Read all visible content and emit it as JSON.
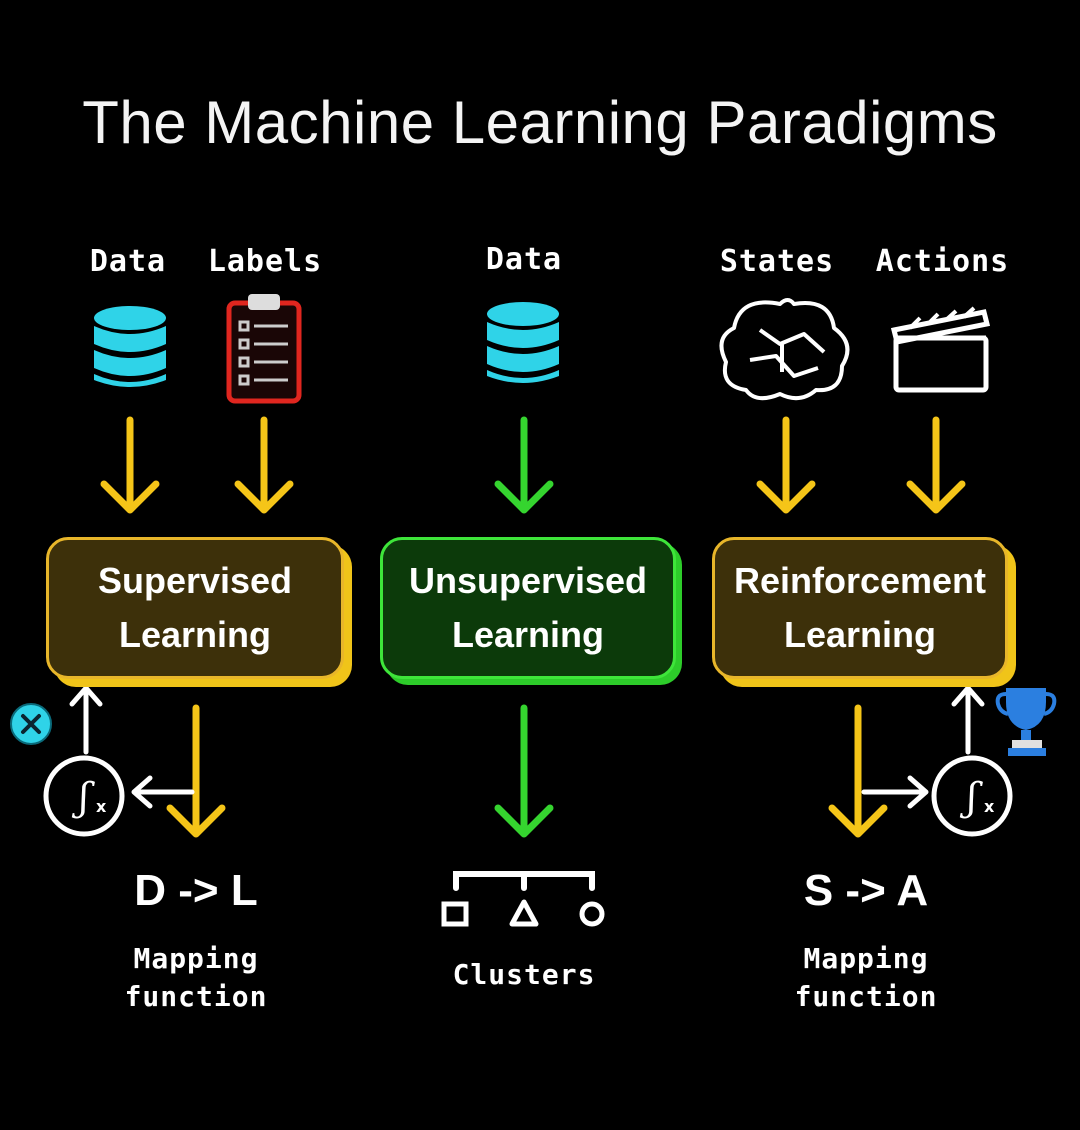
{
  "title": "The Machine Learning Paradigms",
  "supervised": {
    "inputs": [
      "Data",
      "Labels"
    ],
    "box_line1": "Supervised",
    "box_line2": "Learning",
    "output": "D -> L",
    "caption_line1": "Mapping",
    "caption_line2": "function"
  },
  "unsupervised": {
    "inputs": [
      "Data"
    ],
    "box_line1": "Unsupervised",
    "box_line2": "Learning",
    "caption": "Clusters"
  },
  "reinforcement": {
    "inputs": [
      "States",
      "Actions"
    ],
    "box_line1": "Reinforcement",
    "box_line2": "Learning",
    "output": "S -> A",
    "caption_line1": "Mapping",
    "caption_line2": "function"
  },
  "colors": {
    "arrow_yellow": "#f5c518",
    "arrow_green": "#35d42f",
    "database_cyan": "#2fd3e8",
    "clipboard_red": "#e0261f",
    "trophy_blue": "#2b7fe0"
  },
  "icons": [
    "database-icon",
    "clipboard-icon",
    "brain-icon",
    "clapperboard-icon",
    "function-icon",
    "error-icon",
    "trophy-icon",
    "cluster-icon"
  ]
}
